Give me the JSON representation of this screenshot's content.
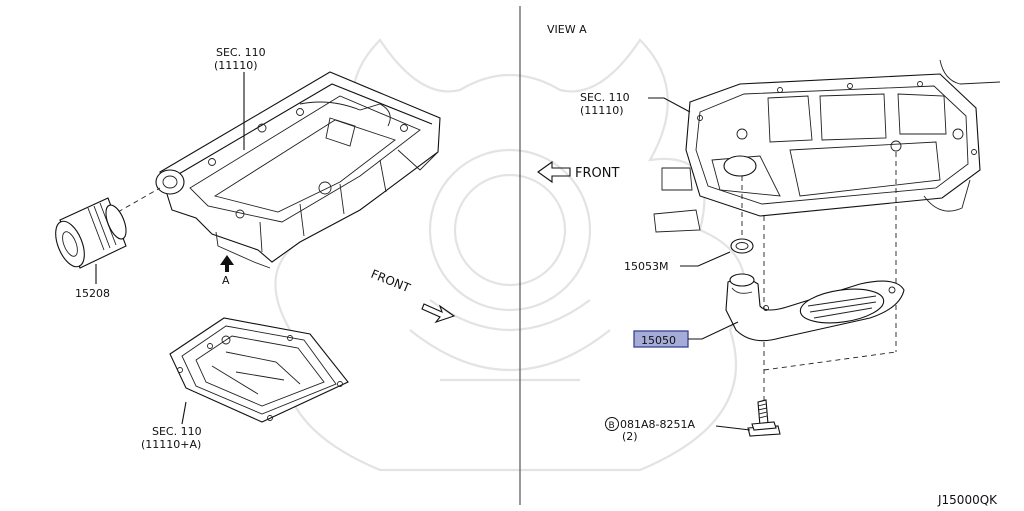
{
  "left_panel": {
    "sec_upper": "SEC. 110",
    "sec_upper_code": "(11110)",
    "arrow_a_label": "A",
    "oil_filter_part": "15208",
    "front_label": "FRONT",
    "sec_lower": "SEC. 110",
    "sec_lower_code": "(11110+A)"
  },
  "right_panel": {
    "view_title": "VIEW A",
    "sec_label": "SEC. 110",
    "sec_code": "(11110)",
    "front_label": "FRONT",
    "oring_part": "15053M",
    "strainer_part": "15050",
    "bolt_marker": "B",
    "bolt_part": "081A8-8251A",
    "bolt_qty": "(2)"
  },
  "diagram_code": "J15000QK",
  "colors": {
    "highlight_fill": "#a6acd8",
    "highlight_border": "#3a4391",
    "line": "#111111"
  }
}
